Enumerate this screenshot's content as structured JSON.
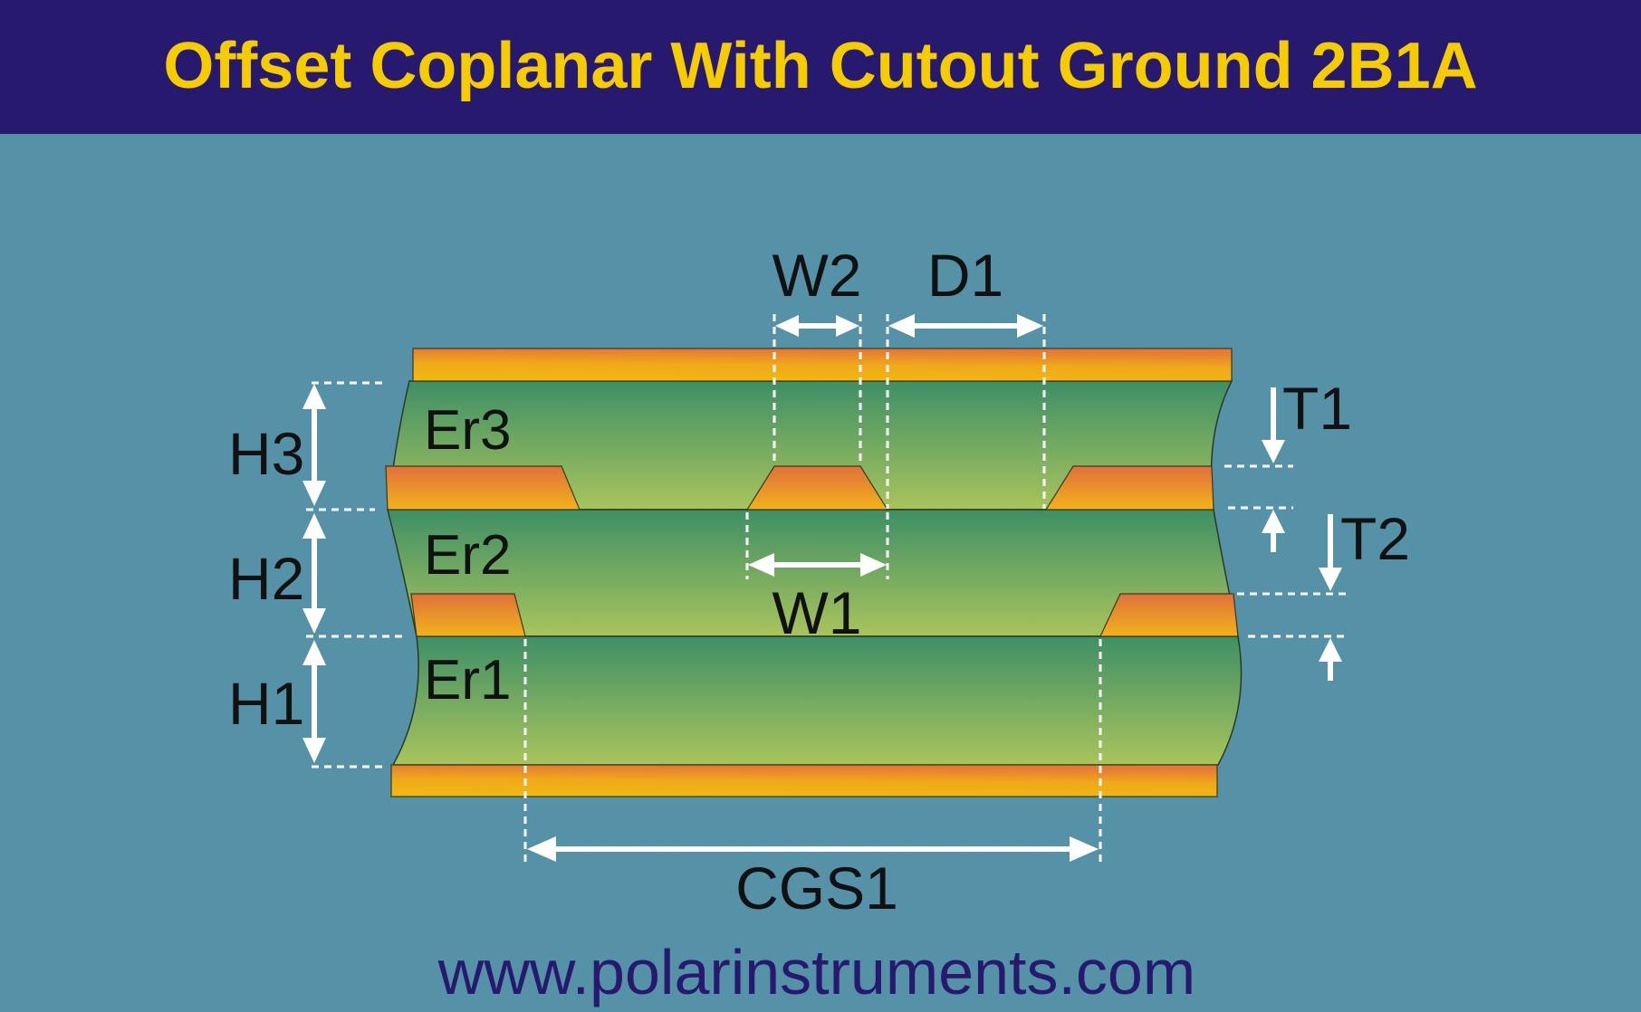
{
  "title": "Offset Coplanar With Cutout Ground 2B1A",
  "url": "www.polarinstruments.com",
  "colors": {
    "title_bar": "#27196e",
    "title_text": "#f5cc00",
    "background": "#5592a8",
    "url_text": "#27196e",
    "dielectric_top": "#3e8f66",
    "dielectric_bottom": "#a9c45c",
    "copper_light": "#f2b90f",
    "copper_dark": "#e2713a",
    "annotation": "#ffffff"
  },
  "layers": {
    "er3": "Er3",
    "er2": "Er2",
    "er1": "Er1"
  },
  "dimensions": {
    "w2": "W2",
    "d1": "D1",
    "w1": "W1",
    "t1": "T1",
    "t2": "T2",
    "h3": "H3",
    "h2": "H2",
    "h1": "H1",
    "cgs1": "CGS1"
  }
}
